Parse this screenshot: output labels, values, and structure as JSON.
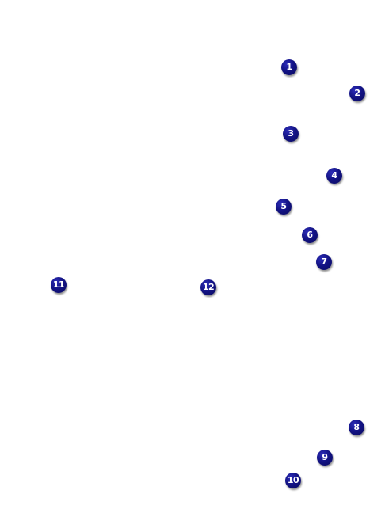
{
  "markers": [
    {
      "label": "1"
    },
    {
      "label": "2"
    },
    {
      "label": "3"
    },
    {
      "label": "4"
    },
    {
      "label": "5"
    },
    {
      "label": "6"
    },
    {
      "label": "7"
    },
    {
      "label": "8"
    },
    {
      "label": "9"
    },
    {
      "label": "10"
    },
    {
      "label": "11"
    },
    {
      "label": "12"
    }
  ],
  "colors": {
    "background": "#ffffff",
    "marker_fill": "#131385",
    "marker_text": "#ffffff"
  }
}
